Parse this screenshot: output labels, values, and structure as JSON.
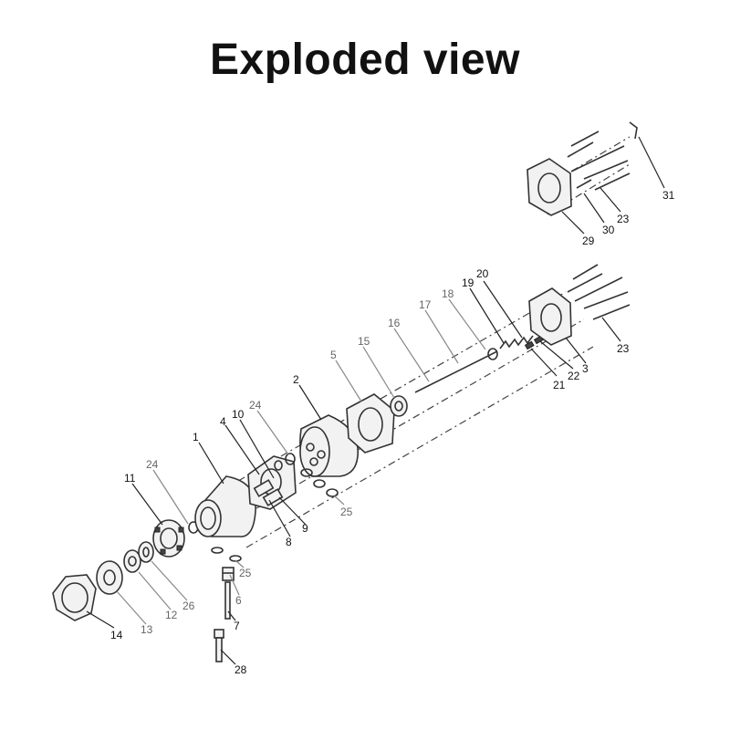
{
  "title": "Exploded view",
  "callouts": {
    "p1": "1",
    "p2": "2",
    "p3": "3",
    "p4": "4",
    "p5": "5",
    "p6": "6",
    "p7": "7",
    "p8": "8",
    "p9": "9",
    "p10": "10",
    "p11": "11",
    "p12": "12",
    "p13": "13",
    "p14": "14",
    "p15": "15",
    "p16": "16",
    "p17": "17",
    "p18": "18",
    "p19": "19",
    "p20": "20",
    "p21": "21",
    "p22": "22",
    "p23a": "23",
    "p23b": "23",
    "p24a": "24",
    "p24b": "24",
    "p25a": "25",
    "p25b": "25",
    "p26": "26",
    "p28": "28",
    "p29": "29",
    "p30": "30",
    "p31": "31"
  }
}
